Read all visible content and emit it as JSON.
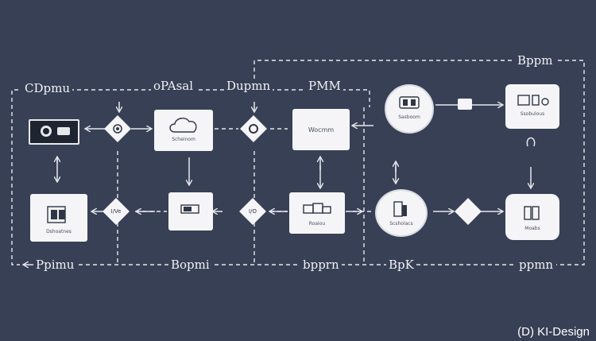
{
  "labels": {
    "top_left": "CDpmu",
    "top_opal": "oPAsal",
    "top_dupmn": "Dupmn",
    "top_pmm": "PMM",
    "top_right": "Bppm",
    "bottom_left": "Ppimu",
    "bottom_bopmi": "Bopmi",
    "bottom_bpprn": "bpprn",
    "bottom_bpk": "BpK",
    "bottom_right": "ppmn"
  },
  "nodes": {
    "card1_caption": "Scheinom",
    "card2_caption": "Wocmm",
    "circle1_caption": "Sasboom",
    "card3_caption": "Ssobulous",
    "card4_caption": "Dshoatnes",
    "card6_caption": "Roaiou",
    "circle2_caption": "Scsholacs",
    "card7_caption": "Moabs"
  },
  "diamonds": {
    "d4_text": "I/Ve",
    "d5_text": "I/O"
  },
  "watermark": "(D) KI-Design",
  "colors": {
    "background": "#374055",
    "node_fill": "#f5f5f7",
    "line": "#e6e8ec"
  },
  "icons": [
    "chat-icon",
    "cloud-icon",
    "gear-icon",
    "laptop-icon",
    "document-icon",
    "printer-icon",
    "server-icon",
    "storage-icon"
  ]
}
